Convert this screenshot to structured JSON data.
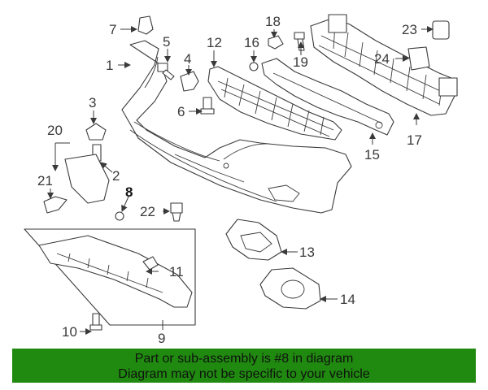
{
  "callouts": {
    "c1": "1",
    "c2": "2",
    "c3": "3",
    "c4": "4",
    "c5": "5",
    "c6": "6",
    "c7": "7",
    "c8": "8",
    "c9": "9",
    "c10": "10",
    "c11": "11",
    "c12": "12",
    "c13": "13",
    "c14": "14",
    "c15": "15",
    "c16": "16",
    "c17": "17",
    "c18": "18",
    "c19": "19",
    "c20": "20",
    "c21": "21",
    "c22": "22",
    "c23": "23",
    "c24": "24"
  },
  "banner": {
    "line1": "Part or sub-assembly is #8 in diagram",
    "line2": "Diagram may not be specific to your vehicle",
    "color": "#1f8a0f"
  }
}
